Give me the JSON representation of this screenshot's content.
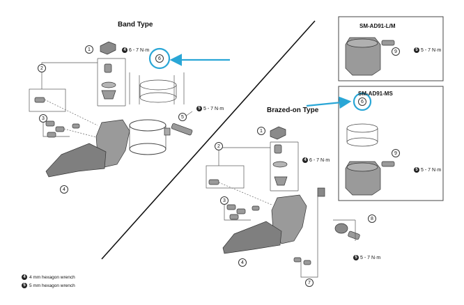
{
  "titles": {
    "band_type": "Band Type",
    "brazed_on_type": "Brazed-on Type",
    "adapter_lm": "SM-AD91-L/M",
    "adapter_ms": "SM-AD91-MS"
  },
  "torque": {
    "t_4_6_7": "6 - 7 N·m",
    "t_5_5_7": "5 - 7 N·m"
  },
  "tool_marks": {
    "four": "4",
    "five": "5"
  },
  "callouts": [
    "1",
    "2",
    "3",
    "4",
    "5",
    "6",
    "7",
    "8",
    "9"
  ],
  "legend": [
    {
      "mark": "4",
      "text": "4 mm hexagon wrench"
    },
    {
      "mark": "5",
      "text": "5 mm hexagon wrench"
    }
  ],
  "colors": {
    "arrow": "#29a6d6",
    "line": "#333333",
    "part": "#9a9a9a"
  }
}
